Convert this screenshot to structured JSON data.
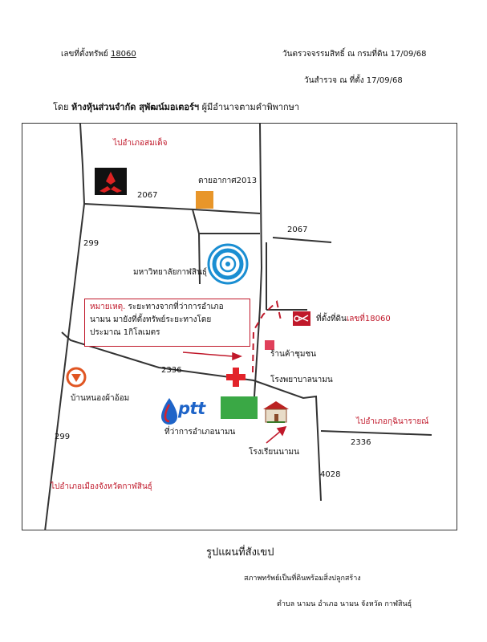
{
  "header": {
    "property_label": "เลขที่ตั้งทรัพย์",
    "property_number": "18060",
    "inspect_date": "วันตรวจจรรมสิทธิ์ ณ กรมที่ดิน 17/09/68",
    "survey_date": "วันสำรวจ ณ ที่ตั้ง 17/09/68",
    "owner_prefix": "โดย",
    "owner_name": "ห้างหุ้นส่วนจำกัด สุพัฒน์มอเตอร์ฯ",
    "owner_suffix": "ผู้มีอำนาจตามคำพิพากษา"
  },
  "map": {
    "to_somdet": "ไปอำเภอสมเด็จ",
    "road_2067_a": "2067",
    "road_2067_b": "2067",
    "road_299_top": "299",
    "road_299_bottom": "299",
    "road_2336_a": "2336",
    "road_2336_b": "2336",
    "road_4028": "4028",
    "weather_station": "ตายอากาศ2013",
    "university": "มหาวิทยาลัยกาฬสินธุ์",
    "property_location": "ที่ตั้งที่ดิน",
    "property_location_number": "เลขที่18060",
    "shop": "ร้านค้าชุมชน",
    "hospital": "โรงพยาบาลนามน",
    "ban_nong": "บ้านหนองผ้าอ้อม",
    "ptt_logo": "ptt",
    "district_office": "ที่ว่าการอำเภอนามน",
    "school": "โรงเรียนนามน",
    "to_kuchinarai": "ไปอำเภอกุฉินารายณ์",
    "to_kalasin": "ไปอำเภอเมืองจังหวัดกาฬสินธุ์",
    "note_heading": "หมายเหตุ.",
    "note_line1": "ระยะทางจากที่ว่าการอำเภอ",
    "note_line2": "นามน มายังที่ตั้งทรัพย์ระยะทางโดย",
    "note_line3": "ประมาณ 1กิโลเมตร"
  },
  "footer": {
    "title": "รูปแผนที่สังเขป",
    "condition": "สภาพทรัพย์เป็นที่ดินพร้อมสิ่งปลูกสร้าง",
    "location": "ตำบล นามน   อำเภอ นามน  จังหวัด กาฬสินธุ์"
  },
  "colors": {
    "accent_red": "#c0182a",
    "weather_orange": "#e8962a",
    "ptt_blue": "#1e64c8",
    "ptt_green": "#3aa845",
    "uni_blue": "#1a8ed2"
  },
  "icons": [
    "mitsubishi-logo",
    "weather-square",
    "university-target",
    "scissors-icon",
    "shop-square",
    "hospital-cross",
    "ban-nong-logo",
    "ptt-drop-logo",
    "district-office-square",
    "school-icon"
  ]
}
